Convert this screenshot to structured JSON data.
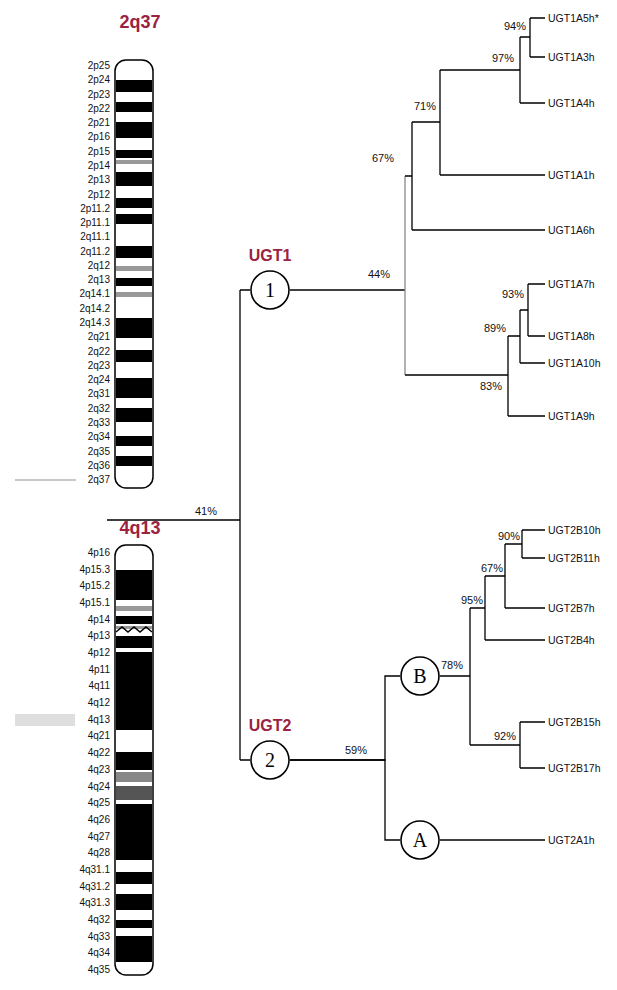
{
  "diagram": {
    "nodes": [
      {
        "text": [
          "UGT1",
          "1"
        ]
      },
      {
        "text": [
          "UGT2",
          "2"
        ]
      },
      {
        "text": [
          "B"
        ]
      },
      {
        "text": [
          "A"
        ]
      }
    ],
    "edges": [
      {
        "from": 1,
        "to": 2,
        "arrow": "none"
      },
      {
        "from": 1,
        "to": 3,
        "arrow": "none"
      }
    ],
    "labels": [
      "2q37",
      "2p25",
      "2p24",
      "2p23",
      "2p22",
      "2p21",
      "2p16",
      "2p15",
      "2p14",
      "2p13",
      "2p12",
      "2p11.2",
      "2p11.1",
      "2q11.1",
      "2q11.2",
      "2q12",
      "2q13",
      "2q14.1",
      "2q14.2",
      "2q14.3",
      "2q21",
      "2q22",
      "2q23",
      "2q24",
      "2q31",
      "2q32",
      "2q33",
      "2q34",
      "2q35",
      "2q36",
      "2q37",
      "4q13",
      "4p16",
      "4p15.3",
      "4p15.2",
      "4p15.1",
      "4p14",
      "4p13",
      "4p12",
      "4p11",
      "4q11",
      "4q12",
      "4q13",
      "4q21",
      "4q22",
      "4q23",
      "4q24",
      "4q25",
      "4q26",
      "4q27",
      "4q28",
      "4q31.1",
      "4q31.2",
      "4q31.3",
      "4q32",
      "4q33",
      "4q34",
      "4q35",
      "41%",
      "44%",
      "67%",
      "71%",
      "97%",
      "94%",
      "93%",
      "89%",
      "83%",
      "90%",
      "67%",
      "95%",
      "78%",
      "92%",
      "59%",
      "UGT1A5h*",
      "UGT1A3h",
      "UGT1A4h",
      "UGT1A1h",
      "UGT1A6h",
      "UGT1A7h",
      "UGT1A8h",
      "UGT1A10h",
      "UGT1A9h",
      "UGT2B10h",
      "UGT2B11h",
      "UGT2B7h",
      "UGT2B4h",
      "UGT2B15h",
      "UGT2B17h",
      "UGT2A1h"
    ]
  }
}
